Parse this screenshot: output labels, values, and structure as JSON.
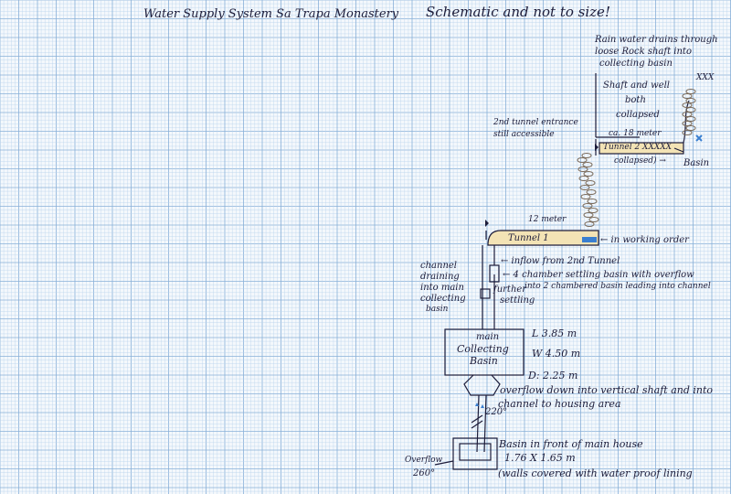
{
  "header": {
    "title": "Water Supply System Sa Trapa Monastery",
    "note": "Schematic and not to size!"
  },
  "annotations": {
    "rain": [
      "Rain water drains through",
      "loose Rock shaft into",
      "collecting basin"
    ],
    "xxx": "XXX",
    "shaft": [
      "Shaft and well",
      "both",
      "collapsed"
    ],
    "second_tunnel": [
      "2nd tunnel entrance",
      "still accessible"
    ],
    "ca_length": "ca. 18 meter",
    "tunnel2_label": "Tunnel 2 XXXXX",
    "tunnel2_state": "collapsed) →",
    "basin_top": "Basin",
    "tunnel1_length": "12 meter",
    "tunnel1_label": "Tunnel 1",
    "working_order": "← in working order",
    "channel": [
      "channel",
      "draining",
      "into main",
      "collecting",
      "basin"
    ],
    "inflow": "← inflow from 2nd Tunnel",
    "chambers": [
      "← 4 chamber settling basin with overflow",
      "into 2 chambered basin leading into channel"
    ],
    "further": [
      "further",
      "settling"
    ],
    "main_basin": [
      "main",
      "Collecting",
      "Basin"
    ],
    "dims": [
      "L 3.85 m",
      "W 4.50 m",
      "D: 2.25 m"
    ],
    "overflow_note": [
      "overflow down into vertical shaft and into",
      "channel to housing area"
    ],
    "angle_220": "220°",
    "house_basin": [
      "Basin in front of main house",
      "1.76 X 1.65 m",
      "(walls covered with water proof lining"
    ],
    "overflow_label": "Overflow",
    "angle_260": "260°"
  },
  "colors": {
    "grid_minor": "#b9d3ec",
    "grid_major": "#88b0d8",
    "ink": "#1c1c3a",
    "tunnel_fill": "#f3e3b5",
    "water_blue": "#3a7fd0",
    "stones": "#7a6a5a"
  }
}
